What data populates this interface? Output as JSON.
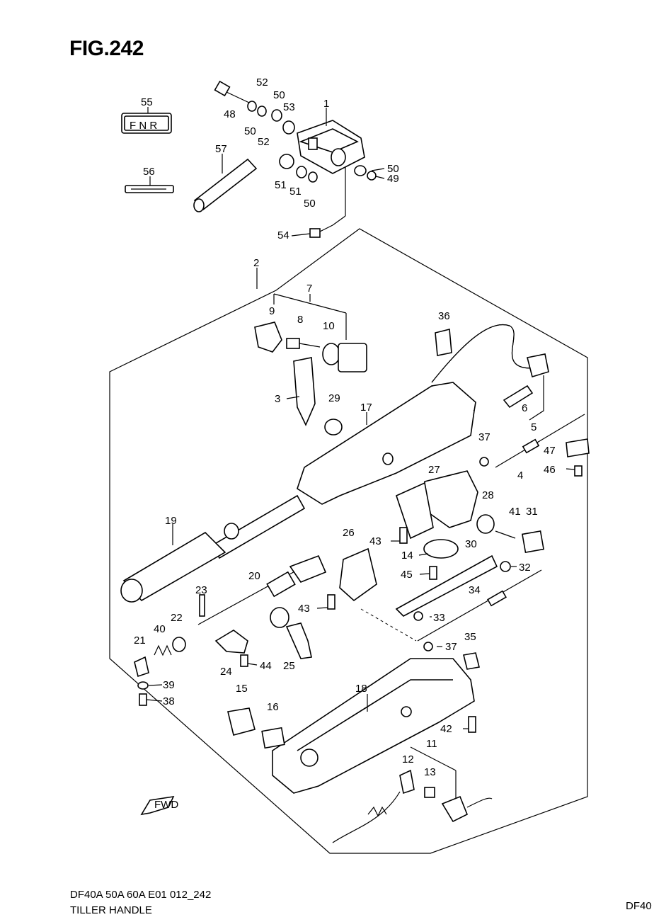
{
  "figure": {
    "title": "FIG.242",
    "model_code": "DF40A 50A 60A E01 012_242",
    "caption": "TILLER HANDLE",
    "corner_tag": "DF40"
  },
  "labels": {
    "shift_decal_letters": "F N R",
    "fwd_arrow": "FWD"
  },
  "callouts": [
    {
      "id": "c1",
      "text": "1"
    },
    {
      "id": "c2",
      "text": "2"
    },
    {
      "id": "c3",
      "text": "3"
    },
    {
      "id": "c4",
      "text": "4"
    },
    {
      "id": "c5",
      "text": "5"
    },
    {
      "id": "c6",
      "text": "6"
    },
    {
      "id": "c7",
      "text": "7"
    },
    {
      "id": "c8",
      "text": "8"
    },
    {
      "id": "c9",
      "text": "9"
    },
    {
      "id": "c10",
      "text": "10"
    },
    {
      "id": "c11",
      "text": "11"
    },
    {
      "id": "c12",
      "text": "12"
    },
    {
      "id": "c13",
      "text": "13"
    },
    {
      "id": "c14",
      "text": "14"
    },
    {
      "id": "c15",
      "text": "15"
    },
    {
      "id": "c16",
      "text": "16"
    },
    {
      "id": "c17",
      "text": "17"
    },
    {
      "id": "c18",
      "text": "18"
    },
    {
      "id": "c19",
      "text": "19"
    },
    {
      "id": "c20",
      "text": "20"
    },
    {
      "id": "c21",
      "text": "21"
    },
    {
      "id": "c22",
      "text": "22"
    },
    {
      "id": "c23",
      "text": "23"
    },
    {
      "id": "c24",
      "text": "24"
    },
    {
      "id": "c25",
      "text": "25"
    },
    {
      "id": "c26",
      "text": "26"
    },
    {
      "id": "c27",
      "text": "27"
    },
    {
      "id": "c28",
      "text": "28"
    },
    {
      "id": "c29",
      "text": "29"
    },
    {
      "id": "c30",
      "text": "30"
    },
    {
      "id": "c31",
      "text": "31"
    },
    {
      "id": "c32",
      "text": "32"
    },
    {
      "id": "c33",
      "text": "33"
    },
    {
      "id": "c34",
      "text": "34"
    },
    {
      "id": "c35",
      "text": "35"
    },
    {
      "id": "c36",
      "text": "36"
    },
    {
      "id": "c37a",
      "text": "37"
    },
    {
      "id": "c37b",
      "text": "37"
    },
    {
      "id": "c38",
      "text": "38"
    },
    {
      "id": "c39",
      "text": "39"
    },
    {
      "id": "c40",
      "text": "40"
    },
    {
      "id": "c41",
      "text": "41"
    },
    {
      "id": "c42",
      "text": "42"
    },
    {
      "id": "c43a",
      "text": "43"
    },
    {
      "id": "c43b",
      "text": "43"
    },
    {
      "id": "c44",
      "text": "44"
    },
    {
      "id": "c45",
      "text": "45"
    },
    {
      "id": "c46",
      "text": "46"
    },
    {
      "id": "c47",
      "text": "47"
    },
    {
      "id": "c48",
      "text": "48"
    },
    {
      "id": "c49",
      "text": "49"
    },
    {
      "id": "c50a",
      "text": "50"
    },
    {
      "id": "c50b",
      "text": "50"
    },
    {
      "id": "c50c",
      "text": "50"
    },
    {
      "id": "c50d",
      "text": "50"
    },
    {
      "id": "c51a",
      "text": "51"
    },
    {
      "id": "c51b",
      "text": "51"
    },
    {
      "id": "c52a",
      "text": "52"
    },
    {
      "id": "c52b",
      "text": "52"
    },
    {
      "id": "c53",
      "text": "53"
    },
    {
      "id": "c54",
      "text": "54"
    },
    {
      "id": "c55",
      "text": "55"
    },
    {
      "id": "c56",
      "text": "56"
    },
    {
      "id": "c57",
      "text": "57"
    }
  ]
}
